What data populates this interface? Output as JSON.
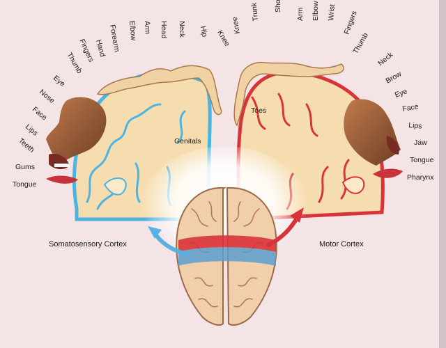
{
  "sensory": {
    "caption": "Somatosensory Cortex",
    "inner_label": "Genitals",
    "labels": [
      "Tongue",
      "Gums",
      "Teeth",
      "Lips",
      "Face",
      "Nose",
      "Eye",
      "Thumb",
      "Fingers",
      "Hand",
      "Forearm",
      "Elbow",
      "Arm",
      "Head",
      "Neck",
      "Hip",
      "Knee"
    ]
  },
  "motor": {
    "caption": "Motor Cortex",
    "inner_label": "Toes",
    "labels": [
      "Knee",
      "Trunk",
      "Shoulder",
      "Arm",
      "Elbow",
      "Wrist",
      "Fingers",
      "Thumb",
      "Neck",
      "Brow",
      "Eye",
      "Face",
      "Lips",
      "Jaw",
      "Tongue",
      "Pharynx"
    ]
  },
  "colors": {
    "background": "#f4e4e6",
    "sensory_outline": "#4bb4e0",
    "motor_outline": "#d9333a",
    "cortex_fill": "#f6ddb0",
    "skin": "#a0623c"
  }
}
